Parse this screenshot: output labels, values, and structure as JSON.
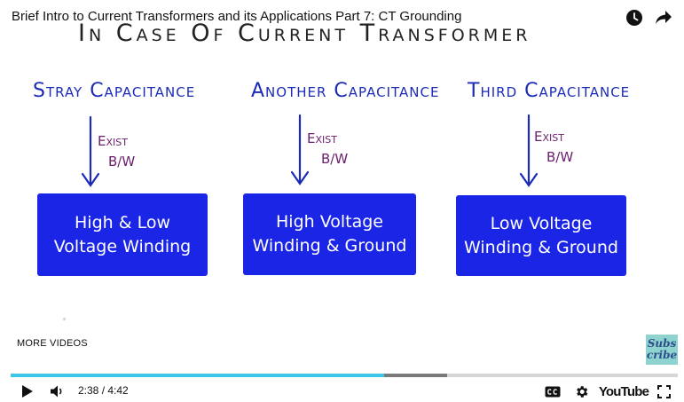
{
  "video": {
    "title": "Brief Intro to Current Transformers and its Applications Part 7: CT Grounding"
  },
  "slide": {
    "heading": "In Case Of Current Transformer",
    "columns": [
      {
        "label": "Stray Capacitance",
        "note_line1": "Exist",
        "note_line2": "B/W",
        "box_line1": "High & Low",
        "box_line2": "Voltage Winding"
      },
      {
        "label": "Another Capacitance",
        "note_line1": "Exist",
        "note_line2": "B/W",
        "box_line1": "High Voltage",
        "box_line2": "Winding & Ground"
      },
      {
        "label": "Third Capacitance",
        "note_line1": "Exist",
        "note_line2": "B/W",
        "box_line1": "Low Voltage",
        "box_line2": "Winding & Ground"
      }
    ]
  },
  "overlay": {
    "more_videos": "MORE VIDEOS",
    "subscribe_line1": "Subs",
    "subscribe_line2": "cribe"
  },
  "player": {
    "current_time": "2:38",
    "separator": " / ",
    "duration": "4:42",
    "played_fraction": 0.56,
    "buffered_fraction": 0.654,
    "logo": "YouTube",
    "colors": {
      "progress": "#3ec6e8",
      "box": "#1a25e5",
      "label": "#1b2bb8",
      "note": "#6b1e6e"
    }
  },
  "icons": [
    "watch-later-icon",
    "share-icon",
    "play-icon",
    "volume-icon",
    "captions-icon",
    "settings-gear-icon",
    "fullscreen-icon"
  ]
}
